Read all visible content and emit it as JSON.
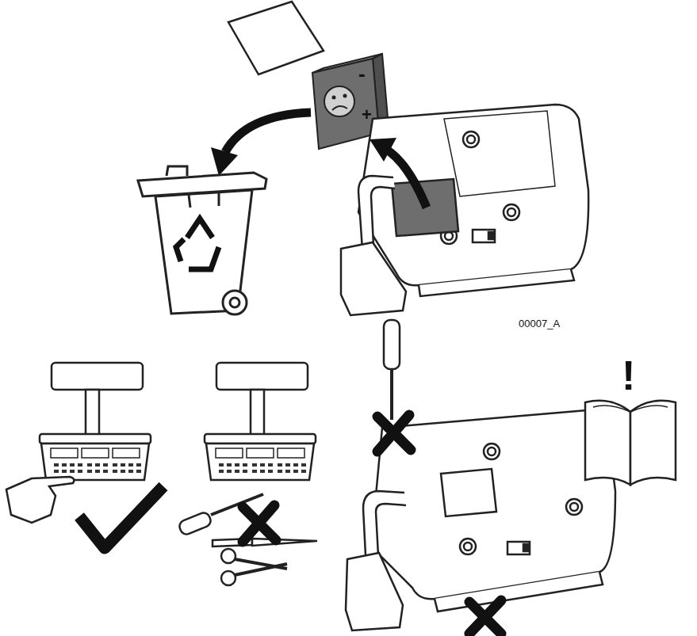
{
  "diagram": {
    "labels": [
      "-",
      "+",
      "00007_A",
      "!"
    ]
  }
}
